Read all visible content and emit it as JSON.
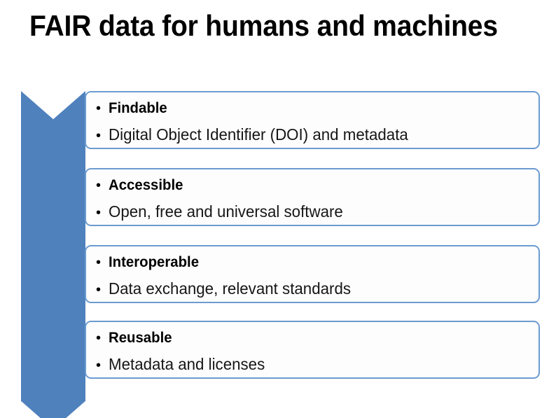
{
  "slide": {
    "title": "FAIR data for humans and machines",
    "background_color": "#FFFFFF",
    "chevron_color": "#4F81BD",
    "callout_border_color": "#6B9BD1",
    "callout_fill_color": "#FDFDFD",
    "bullet_glyph": "•"
  },
  "steps": [
    {
      "heading": "Findable",
      "detail": "Digital Object Identifier (DOI) and metadata"
    },
    {
      "heading": "Accessible",
      "detail": "Open, free and universal software"
    },
    {
      "heading": "Interoperable",
      "detail": "Data exchange, relevant standards"
    },
    {
      "heading": "Reusable",
      "detail": "Metadata and licenses"
    }
  ]
}
